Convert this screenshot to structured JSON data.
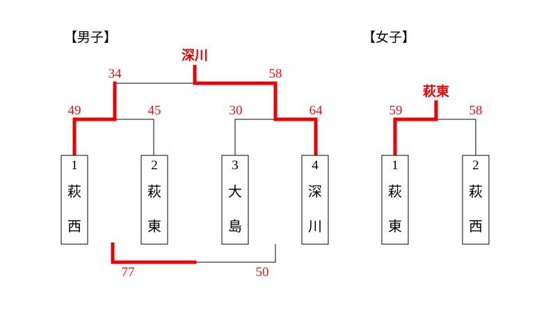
{
  "boys": {
    "heading": "【男子】",
    "champion": "深川",
    "teams": [
      {
        "number": "1",
        "name_top": "萩",
        "name_bottom": "西"
      },
      {
        "number": "2",
        "name_top": "萩",
        "name_bottom": "東"
      },
      {
        "number": "3",
        "name_top": "大",
        "name_bottom": "島"
      },
      {
        "number": "4",
        "name_top": "深",
        "name_bottom": "川"
      }
    ],
    "scores": {
      "semi1_team1": "49",
      "semi1_team2": "45",
      "semi2_team3": "30",
      "semi2_team4": "64",
      "final_left": "34",
      "final_right": "58",
      "third_place_left": "77",
      "third_place_right": "50"
    }
  },
  "girls": {
    "heading": "【女子】",
    "champion": "萩東",
    "teams": [
      {
        "number": "1",
        "name_top": "萩",
        "name_bottom": "東"
      },
      {
        "number": "2",
        "name_top": "萩",
        "name_bottom": "西"
      }
    ],
    "scores": {
      "final_team1": "59",
      "final_team2": "58"
    }
  },
  "colors": {
    "winner_line": "#ee0000",
    "score_text": "#ee1111",
    "loser_line": "#000000"
  }
}
